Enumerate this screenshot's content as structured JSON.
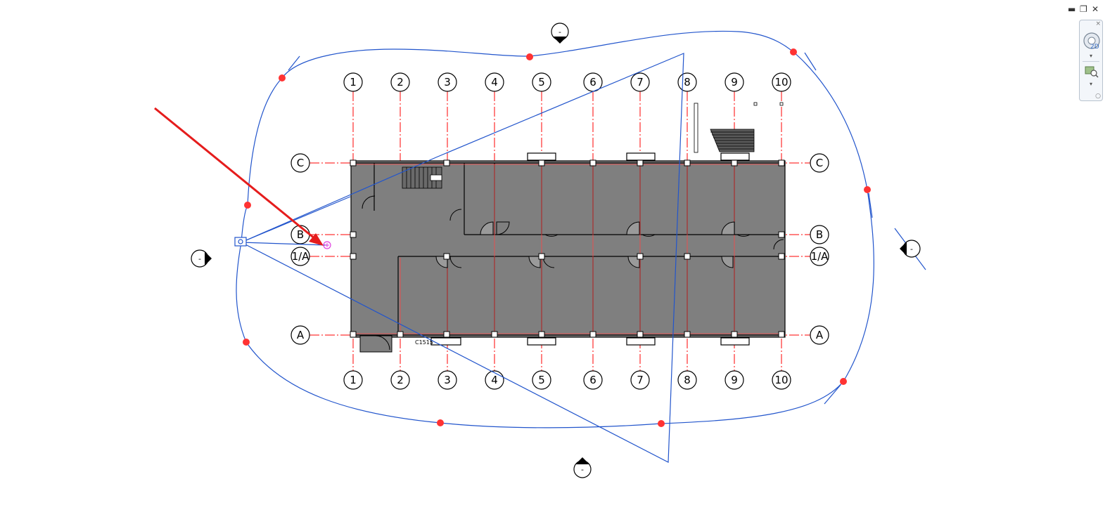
{
  "window_controls": {
    "minimize": "▬",
    "restore": "❐",
    "close": "✕"
  },
  "nav_bar": {
    "mode_label": "2D",
    "dropdown_glyph": "▾",
    "close_glyph": "×",
    "grip_glyph": "○"
  },
  "grids": {
    "columns": [
      "1",
      "2",
      "3",
      "4",
      "5",
      "6",
      "7",
      "8",
      "9",
      "10"
    ],
    "rows": [
      "C",
      "B",
      "1/A",
      "A"
    ]
  },
  "elevation_markers": {
    "north": "-",
    "south": "-",
    "east": "-",
    "west": "-"
  },
  "tags": {
    "door_tag": "C1515"
  },
  "colors": {
    "grid_line": "#ff0000",
    "camera_path": "#2255cc",
    "keyframe": "#ff3333",
    "arrow": "#e51c1c",
    "target": "#e040e0",
    "floor_fill": "#7f7f7f"
  }
}
